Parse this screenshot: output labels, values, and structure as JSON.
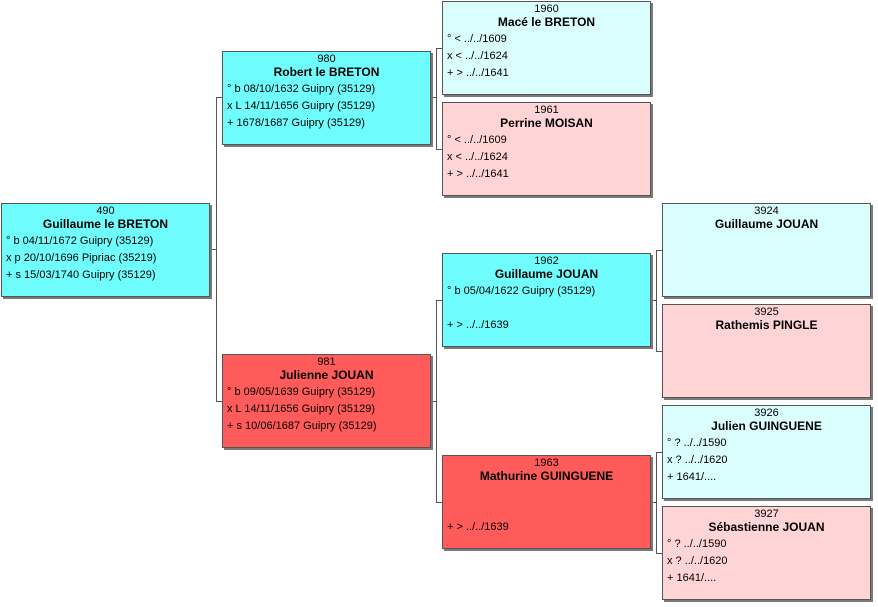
{
  "people": {
    "p490": {
      "num": "490",
      "name": "Guillaume le BRETON",
      "l1": "° b 04/11/1672 Guipry (35129)",
      "l2": "x p 20/10/1696 Pipriac (35219)",
      "l3": "+ s 15/03/1740 Guipry (35129)"
    },
    "p980": {
      "num": "980",
      "name": "Robert le BRETON",
      "l1": "° b 08/10/1632 Guipry (35129)",
      "l2": "x L 14/11/1656 Guipry (35129)",
      "l3": "+ 1678/1687 Guipry (35129)"
    },
    "p981": {
      "num": "981",
      "name": "Julienne JOUAN",
      "l1": "° b 09/05/1639 Guipry (35129)",
      "l2": "x L 14/11/1656 Guipry (35129)",
      "l3": "+ s 10/06/1687 Guipry (35129)"
    },
    "p1960": {
      "num": "1960",
      "name": "Macé le BRETON",
      "l1": "° < ../../1609",
      "l2": "x < ../../1624",
      "l3": "+ > ../../1641"
    },
    "p1961": {
      "num": "1961",
      "name": "Perrine MOISAN",
      "l1": "° < ../../1609",
      "l2": "x < ../../1624",
      "l3": "+ > ../../1641"
    },
    "p1962": {
      "num": "1962",
      "name": "Guillaume JOUAN",
      "l1": "° b 05/04/1622 Guipry (35129)",
      "l2": "",
      "l3": "+ > ../../1639"
    },
    "p1963": {
      "num": "1963",
      "name": "Mathurine GUINGUENE",
      "l1": "",
      "l2": "",
      "l3": "+ > ../../1639"
    },
    "p3924": {
      "num": "3924",
      "name": "Guillaume JOUAN",
      "l1": "",
      "l2": "",
      "l3": ""
    },
    "p3925": {
      "num": "3925",
      "name": "Rathemis PINGLE",
      "l1": "",
      "l2": "",
      "l3": ""
    },
    "p3926": {
      "num": "3926",
      "name": "Julien GUINGUENE",
      "l1": "° ? ../../1590",
      "l2": "x ? ../../1620",
      "l3": "+ 1641/...."
    },
    "p3927": {
      "num": "3927",
      "name": "Sébastienne JOUAN",
      "l1": "° ? ../../1590",
      "l2": "x ? ../../1620",
      "l3": "+ 1641/...."
    }
  },
  "colors": {
    "male_direct": "#6ffdfd",
    "male_light": "#dafefe",
    "female_direct": "#ff5b5b",
    "female_light": "#ffd4d4"
  }
}
